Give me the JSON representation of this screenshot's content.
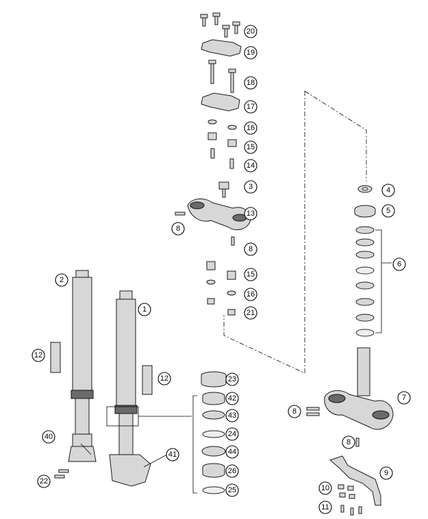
{
  "callouts": [
    {
      "id": "c20",
      "text": "20"
    },
    {
      "id": "c19",
      "text": "19"
    },
    {
      "id": "c18",
      "text": "18"
    },
    {
      "id": "c17",
      "text": "17"
    },
    {
      "id": "c16a",
      "text": "16"
    },
    {
      "id": "c15a",
      "text": "15"
    },
    {
      "id": "c14",
      "text": "14"
    },
    {
      "id": "c3",
      "text": "3"
    },
    {
      "id": "c13",
      "text": "13"
    },
    {
      "id": "c8a",
      "text": "8"
    },
    {
      "id": "c8b",
      "text": "8"
    },
    {
      "id": "c15b",
      "text": "15"
    },
    {
      "id": "c16b",
      "text": "16"
    },
    {
      "id": "c21",
      "text": "21"
    },
    {
      "id": "c4",
      "text": "4"
    },
    {
      "id": "c5",
      "text": "5"
    },
    {
      "id": "c6",
      "text": "6"
    },
    {
      "id": "c2",
      "text": "2"
    },
    {
      "id": "c1",
      "text": "1"
    },
    {
      "id": "c12a",
      "text": "12"
    },
    {
      "id": "c12b",
      "text": "12"
    },
    {
      "id": "c23",
      "text": "23"
    },
    {
      "id": "c42",
      "text": "42"
    },
    {
      "id": "c43",
      "text": "43"
    },
    {
      "id": "c24",
      "text": "24"
    },
    {
      "id": "c44",
      "text": "44"
    },
    {
      "id": "c26",
      "text": "26"
    },
    {
      "id": "c25",
      "text": "25"
    },
    {
      "id": "c40",
      "text": "40"
    },
    {
      "id": "c41",
      "text": "41"
    },
    {
      "id": "c22",
      "text": "22"
    },
    {
      "id": "c7",
      "text": "7"
    },
    {
      "id": "c8c",
      "text": "8"
    },
    {
      "id": "c8d",
      "text": "8"
    },
    {
      "id": "c9",
      "text": "9"
    },
    {
      "id": "c10",
      "text": "10"
    },
    {
      "id": "c11",
      "text": "11"
    }
  ],
  "colors": {
    "line": "#000000",
    "part_fill": "#d7d7d7",
    "part_dark": "#6a6a6a",
    "background": "#ffffff"
  }
}
